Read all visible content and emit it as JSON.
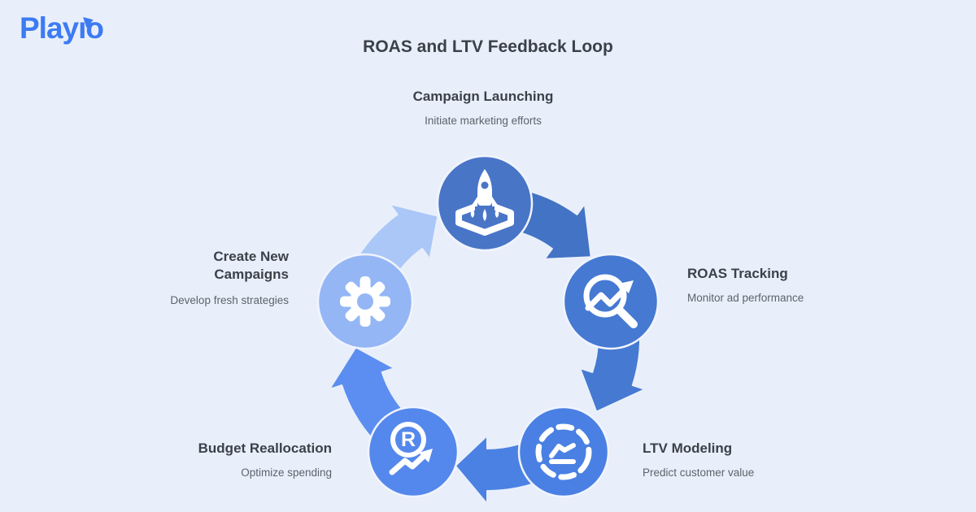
{
  "logo": {
    "text": "Playio"
  },
  "title": "ROAS and LTV Feedback Loop",
  "colors": {
    "background": "#E9EFFA",
    "logo_blue": "#3D7BF3",
    "heading_text": "#3B4149",
    "subtitle_text": "#5C636B"
  },
  "nodes": [
    {
      "id": "campaign-launching",
      "title": "Campaign Launching",
      "subtitle": "Initiate marketing efforts",
      "icon": "rocket-launch-icon",
      "circle_color": "#4975C7"
    },
    {
      "id": "roas-tracking",
      "title": "ROAS Tracking",
      "subtitle": "Monitor ad performance",
      "icon": "magnifier-trend-icon",
      "circle_color": "#4579D2"
    },
    {
      "id": "ltv-modeling",
      "title": "LTV Modeling",
      "subtitle": "Predict customer value",
      "icon": "dashed-circle-chart-icon",
      "circle_color": "#4A80E3"
    },
    {
      "id": "budget-reallocation",
      "title": "Budget Reallocation",
      "subtitle": "Optimize spending",
      "icon": "coin-trend-icon",
      "icon_glyph": "R",
      "circle_color": "#5588EC"
    },
    {
      "id": "create-new-campaigns",
      "title": "Create New Campaigns",
      "subtitle": "Develop fresh strategies",
      "icon": "gear-icon",
      "circle_color": "#94B6F5"
    }
  ],
  "arrows": [
    {
      "from": "campaign-launching",
      "to": "roas-tracking",
      "color": "#4273C4"
    },
    {
      "from": "roas-tracking",
      "to": "ltv-modeling",
      "color": "#4579D2"
    },
    {
      "from": "ltv-modeling",
      "to": "budget-reallocation",
      "color": "#4B81E3"
    },
    {
      "from": "budget-reallocation",
      "to": "create-new-campaigns",
      "color": "#5B8EF0"
    },
    {
      "from": "create-new-campaigns",
      "to": "campaign-launching",
      "color": "#AAC7F8"
    }
  ]
}
